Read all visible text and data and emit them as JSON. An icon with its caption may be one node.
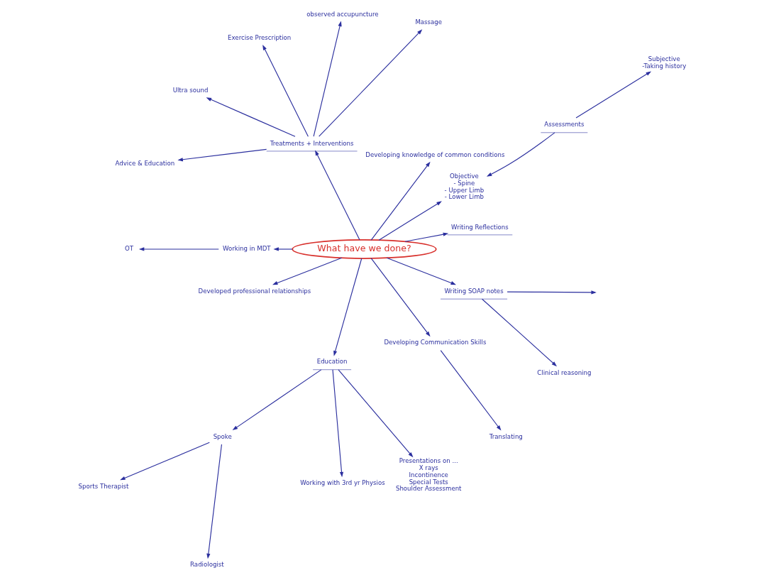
{
  "diagram": {
    "nodes": [
      {
        "text": [
          "What have we done?"
        ]
      },
      {
        "text": [
          "Writing Reflections"
        ]
      },
      {
        "text": [
          "Objective",
          "- Spine",
          "- Upper Limb",
          "- Lower Limb"
        ]
      },
      {
        "text": [
          "Assessments"
        ]
      },
      {
        "text": [
          "Subjective",
          "-Taking history"
        ]
      },
      {
        "text": [
          "Developing knowledge of common conditions"
        ]
      },
      {
        "text": [
          "Massage"
        ]
      },
      {
        "text": [
          "observed accupuncture"
        ]
      },
      {
        "text": [
          "Treatments + Interventions"
        ]
      },
      {
        "text": [
          "Exercise Prescription"
        ]
      },
      {
        "text": [
          "Ultra sound"
        ]
      },
      {
        "text": [
          "Advice & Education"
        ]
      },
      {
        "text": [
          "Working in MDT"
        ]
      },
      {
        "text": [
          "OT"
        ]
      },
      {
        "text": [
          "Developed professional relationships"
        ]
      },
      {
        "text": [
          "Sports Therapist"
        ]
      },
      {
        "text": [
          "Spoke"
        ]
      },
      {
        "text": [
          "Radiologist"
        ]
      },
      {
        "text": [
          "Education"
        ]
      },
      {
        "text": [
          "Working with 3rd yr Physios"
        ]
      },
      {
        "text": [
          "Presentations on ...",
          "X rays",
          "Incontinence",
          "Special Tests",
          "Shoulder Assessment"
        ]
      },
      {
        "text": [
          "Developing Communication Skills"
        ]
      },
      {
        "text": [
          "Translating"
        ]
      },
      {
        "text": [
          "Writing SOAP notes"
        ]
      },
      {
        "text": [
          "Clinical reasoning"
        ]
      }
    ],
    "edges": [
      {
        "from": 0,
        "to": 1,
        "arrow": "to"
      },
      {
        "from": 0,
        "to": 2,
        "arrow": "to"
      },
      {
        "from": 3,
        "to": 2,
        "arrow": "to"
      },
      {
        "from": 3,
        "to": 4,
        "arrow": "to"
      },
      {
        "from": 0,
        "to": 5,
        "arrow": "to"
      },
      {
        "from": 0,
        "to": 8,
        "arrow": "to"
      },
      {
        "from": 8,
        "to": 6,
        "arrow": "to"
      },
      {
        "from": 8,
        "to": 7,
        "arrow": "to"
      },
      {
        "from": 8,
        "to": 9,
        "arrow": "to"
      },
      {
        "from": 8,
        "to": 10,
        "arrow": "to"
      },
      {
        "from": 8,
        "to": 11,
        "arrow": "to"
      },
      {
        "from": 0,
        "to": 12,
        "arrow": "to"
      },
      {
        "from": 12,
        "to": 13,
        "arrow": "to"
      },
      {
        "from": 0,
        "to": 14,
        "arrow": "to"
      },
      {
        "from": 0,
        "to": 18,
        "arrow": "to"
      },
      {
        "from": 18,
        "to": 19,
        "arrow": "to"
      },
      {
        "from": 18,
        "to": 20,
        "arrow": "to"
      },
      {
        "from": 18,
        "to": 16,
        "arrow": "to"
      },
      {
        "from": 16,
        "to": 15,
        "arrow": "to"
      },
      {
        "from": 16,
        "to": 17,
        "arrow": "to"
      },
      {
        "from": 0,
        "to": 21,
        "arrow": "to"
      },
      {
        "from": 21,
        "to": 22,
        "arrow": "to"
      },
      {
        "from": 0,
        "to": 23,
        "arrow": "to"
      },
      {
        "from": 23,
        "to": 24,
        "arrow": "to"
      },
      {
        "from": 23,
        "to": null,
        "arrow": "to"
      }
    ]
  }
}
